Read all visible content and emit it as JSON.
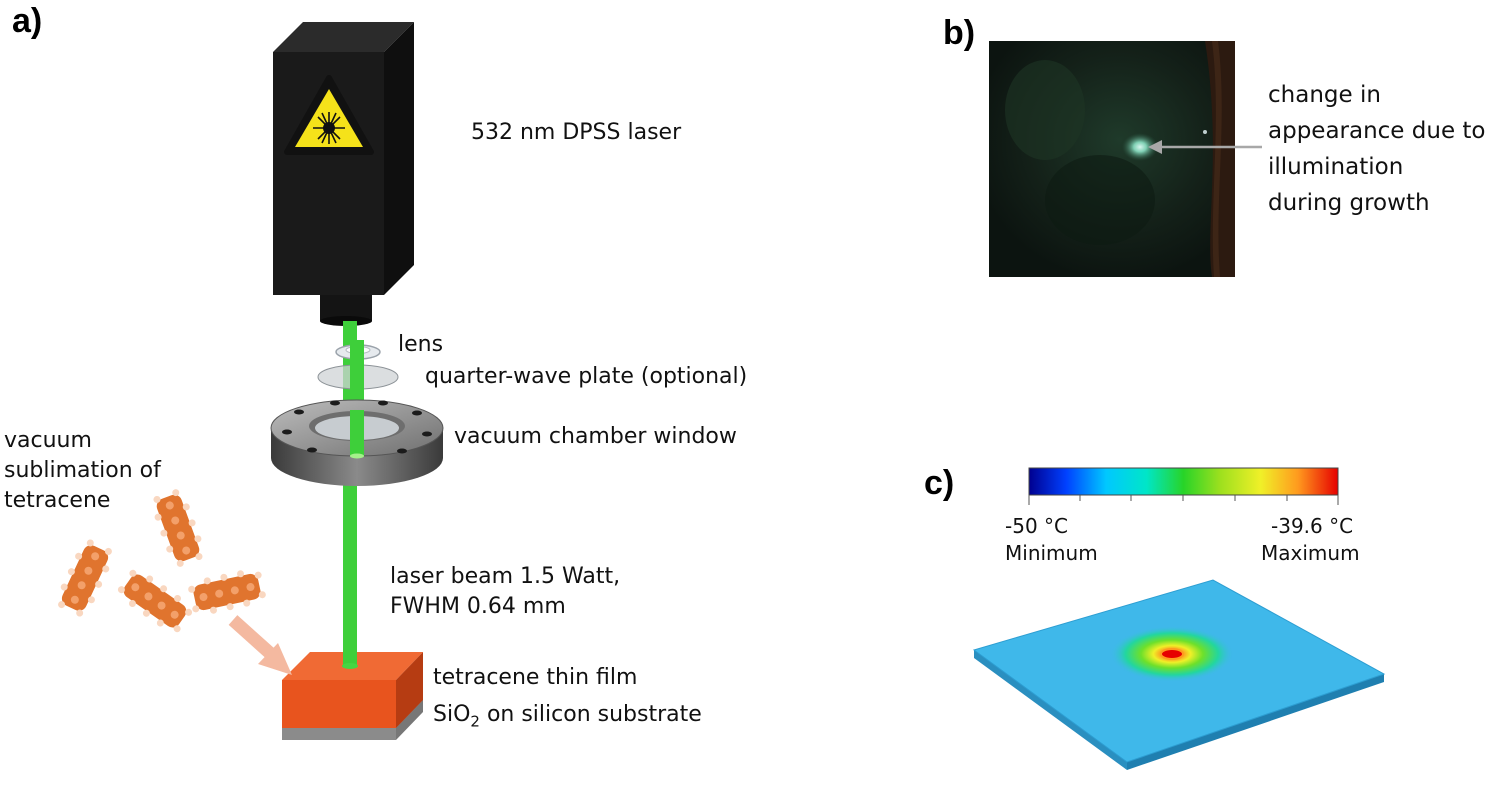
{
  "panels": {
    "a": {
      "label": "a)",
      "laser": "532 nm DPSS laser",
      "lens": "lens",
      "quarter_wave_plate": "quarter-wave plate (optional)",
      "window": "vacuum chamber window",
      "sublimation_lines": [
        "vacuum",
        "sublimation of",
        "tetracene"
      ],
      "beam_lines": [
        "laser beam 1.5 Watt,",
        "FWHM 0.64 mm"
      ],
      "film": "tetracene thin film",
      "substrate_prefix": "SiO",
      "substrate_sub": "2",
      "substrate_suffix": " on silicon substrate"
    },
    "b": {
      "label": "b)",
      "annotation_lines": [
        "change in",
        "appearance due to",
        "illumination",
        "during growth"
      ]
    },
    "c": {
      "label": "c)",
      "min_value": "-50 °C",
      "min_label": "Minimum",
      "max_value": "-39.6 °C",
      "max_label": "Maximum"
    }
  },
  "colors": {
    "laser_beam": "#3ecf3a",
    "film": "#e8541e",
    "substrate": "#9a9a9a",
    "laser_body": "#1a1a1a",
    "warning_yellow": "#f5e21a",
    "arrow": "#f4b9a0",
    "slab": "#3fb8ea"
  }
}
